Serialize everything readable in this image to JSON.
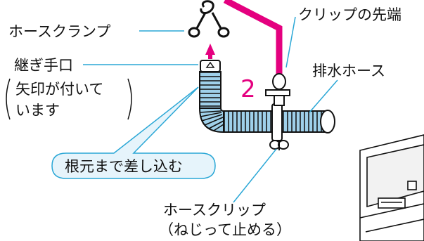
{
  "labels": {
    "hose_clamp": "ホースクランプ",
    "clip_tip": "クリップの先端",
    "joint_port": "継ぎ手口",
    "arrow_note_line1": "矢印が付いて",
    "arrow_note_line2": "います",
    "drain_hose": "排水ホース",
    "step_number": "2",
    "insert_callout": "根元まで差し込む",
    "hose_clip_line1": "ホースクリップ",
    "hose_clip_line2": "（ねじって止める）"
  },
  "colors": {
    "accent": "#e4007f",
    "leader_line": "#2aa7d6",
    "callout_fill": "#e6f4fb",
    "hose": "#8fc6e4",
    "hose_ribs": "#1a1a1a"
  }
}
